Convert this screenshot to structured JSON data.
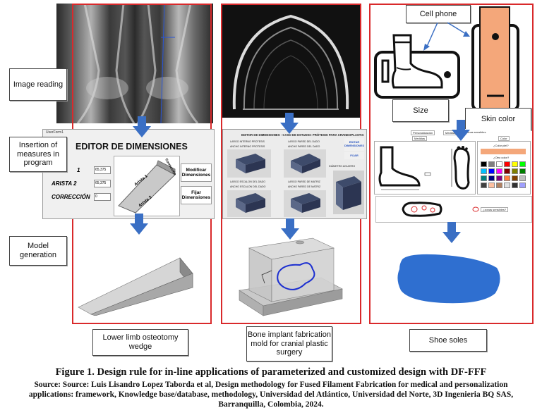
{
  "left_labels": {
    "image_reading": "Image reading",
    "insertion": "Insertion of measures in program",
    "model_generation": "Model generation"
  },
  "editor": {
    "window_title": "UserForm1",
    "title": "EDITOR DE DIMENSIONES",
    "row_labels": [
      "1",
      "ARISTA 2",
      "CORRECCIÓN"
    ],
    "row_values": [
      "65,375",
      "65,375",
      "0"
    ],
    "buttons": [
      "Modificar Dimensiones",
      "Fijar Dimensiones"
    ],
    "wedge_labels": [
      "Arista 1",
      "Arista 2",
      "Corrección"
    ]
  },
  "mold_editor": {
    "title": "EDITOR DE DIMENSIONES - CASO DE ESTUDIO: PRÓTESIS PARA CRANEOPLASTIA",
    "field_labels": [
      "LARGO INTERNO PROTESIS",
      "ANCHO INTERNO PROTESIS",
      "LARGO PARED DEL DADO",
      "ANCHO PARED DEL DADO",
      "LARGO ESCALON DEL DADO",
      "ANCHO ESCALON DEL DADO",
      "LARGO PARED DE MATRIZ",
      "ANCHO PARED DE MATRIZ",
      "DIÁMETRO AGUJERO"
    ],
    "buttons": [
      "EDITAR DIMENSIONES",
      "FIJAR"
    ]
  },
  "right_panel": {
    "cell_phone": "Cell phone",
    "size": "Size",
    "skin_color": "Skin color",
    "tabs": [
      "Personalización",
      "Medidas",
      "zonas sensibles"
    ],
    "subtabs": [
      "Medidas",
      "Color"
    ],
    "color_q1": "¿Color piel?",
    "color_q2": "¿Otro color?",
    "sensitive_q": "¿zonas sensibles?",
    "swatches": [
      "#000000",
      "#7f7f7f",
      "#ffffff",
      "#ff0000",
      "#ffff00",
      "#00ff00",
      "#00c0ff",
      "#0000ff",
      "#ff00ff",
      "#7f0000",
      "#7f7f00",
      "#007f00",
      "#007f7f",
      "#00007f",
      "#7f007f",
      "#ff8040",
      "#804000",
      "#c0c0c0",
      "#404040",
      "#ffc0a0",
      "#b08060",
      "#e0e0e0",
      "#303030",
      "#a0a0ff"
    ]
  },
  "bottom_labels": {
    "left": "Lower limb osteotomy wedge",
    "middle": "Bone implant fabrication mold for cranial plastic surgery",
    "right": "Shoe soles"
  },
  "caption": {
    "title": "Figure 1. Design rule for in-line applications of parameterized and customized design with DF-FFF",
    "source": "Source:  Source: Luis Lisandro Lopez Taborda et al, Design methodology for Fused Filament Fabrication for medical and personalization applications: framework, Knowledge base/database, methodology, Universidad del Atlántico, Universidad del Norte, 3D Ingenieria BQ SAS, Barranquilla, Colombia, 2024."
  },
  "colors": {
    "panel_border": "#d9292b",
    "arrow": "#3a6fc4",
    "skin": "#f4a77a",
    "sole": "#2f6fd0"
  }
}
